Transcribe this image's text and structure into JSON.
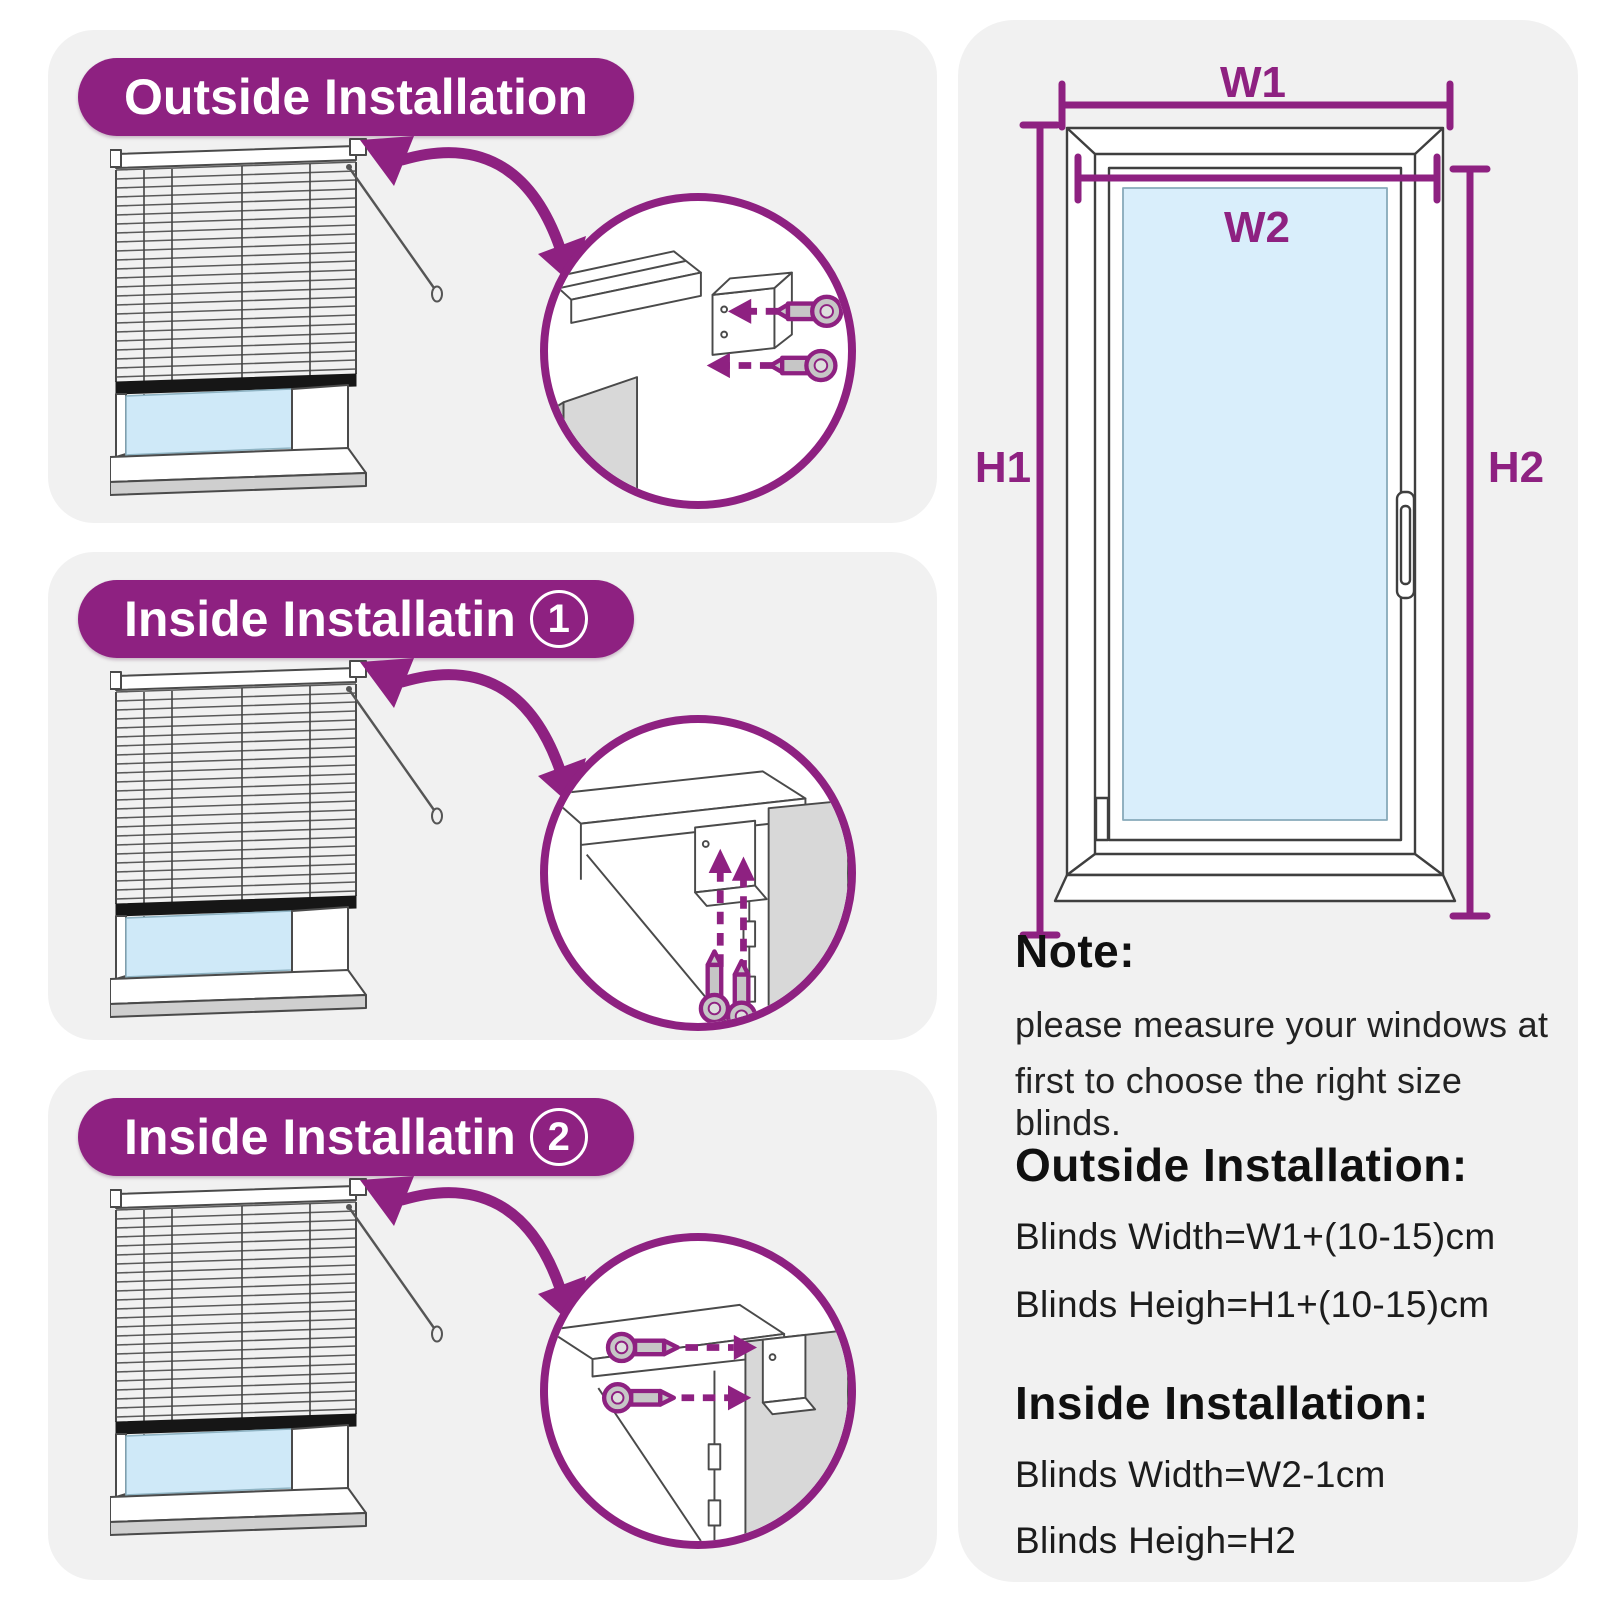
{
  "theme": {
    "purple": "#8e2181",
    "panel_bg": "#f1f1f1",
    "line_art": "#4a4a4a",
    "glass_blue": "#cfe9f8",
    "diagram_glass_blue": "#d9eefb",
    "wall_gray": "#d8d8d8",
    "rail_black": "#161616",
    "screw_gray": "#c6c6c6"
  },
  "panels": [
    {
      "title": "Outside Installation",
      "badge": ""
    },
    {
      "title": "Inside Installatin",
      "badge": "1"
    },
    {
      "title": "Inside Installatin",
      "badge": "2"
    }
  ],
  "diagram": {
    "w1": "W1",
    "w2": "W2",
    "h1": "H1",
    "h2": "H2"
  },
  "note": {
    "heading": "Note:",
    "lines": [
      "please measure your windows at",
      "first to choose the right size blinds."
    ]
  },
  "outside_rule": {
    "heading": "Outside Installation:",
    "width_formula": "Blinds Width=W1+(10-15)cm",
    "height_formula": "Blinds Heigh=H1+(10-15)cm"
  },
  "inside_rule": {
    "heading": "Inside Installation:",
    "width_formula": "Blinds Width=W2-1cm",
    "height_formula": "Blinds Heigh=H2"
  }
}
